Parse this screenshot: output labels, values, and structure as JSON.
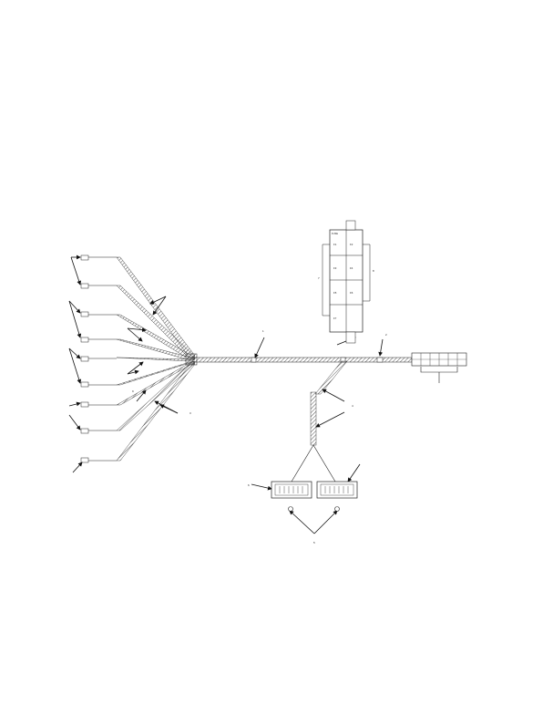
{
  "diagram": {
    "callouts": [
      "1",
      "2",
      "3",
      "4",
      "5",
      "6",
      "7",
      "8",
      "9"
    ],
    "fuse_panel": {
      "header_left": "FUSE",
      "header_right": "",
      "cells": [
        {
          "a": "F1",
          "b": ""
        },
        {
          "a": "F2",
          "b": ""
        },
        {
          "a": "F3",
          "b": ""
        },
        {
          "a": "F4",
          "b": ""
        },
        {
          "a": "F5",
          "b": ""
        },
        {
          "a": "F6",
          "b": ""
        },
        {
          "a": "F7",
          "b": ""
        },
        {
          "a": "",
          "b": ""
        }
      ]
    },
    "colors": {
      "line": "#222222",
      "hatch": "#555555",
      "background": "#ffffff"
    }
  }
}
